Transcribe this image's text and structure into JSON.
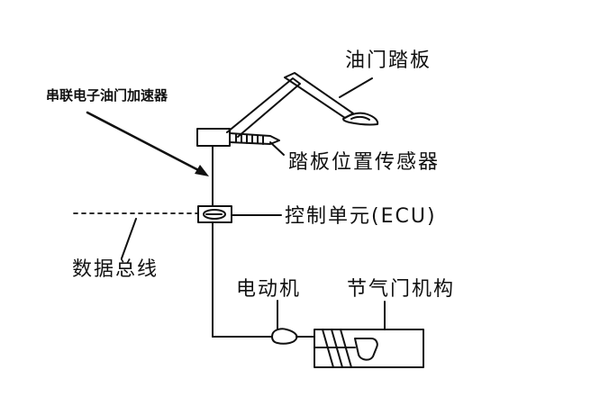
{
  "labels": {
    "accelerator_pedal": "油门踏板",
    "serial_accelerator": "串联电子油门加速器",
    "pedal_position_sensor": "踏板位置传感器",
    "control_unit": "控制单元(ECU)",
    "data_bus": "数据总线",
    "motor": "电动机",
    "throttle_mechanism": "节气门机构"
  },
  "colors": {
    "ink": "#111111",
    "background": "#ffffff"
  }
}
